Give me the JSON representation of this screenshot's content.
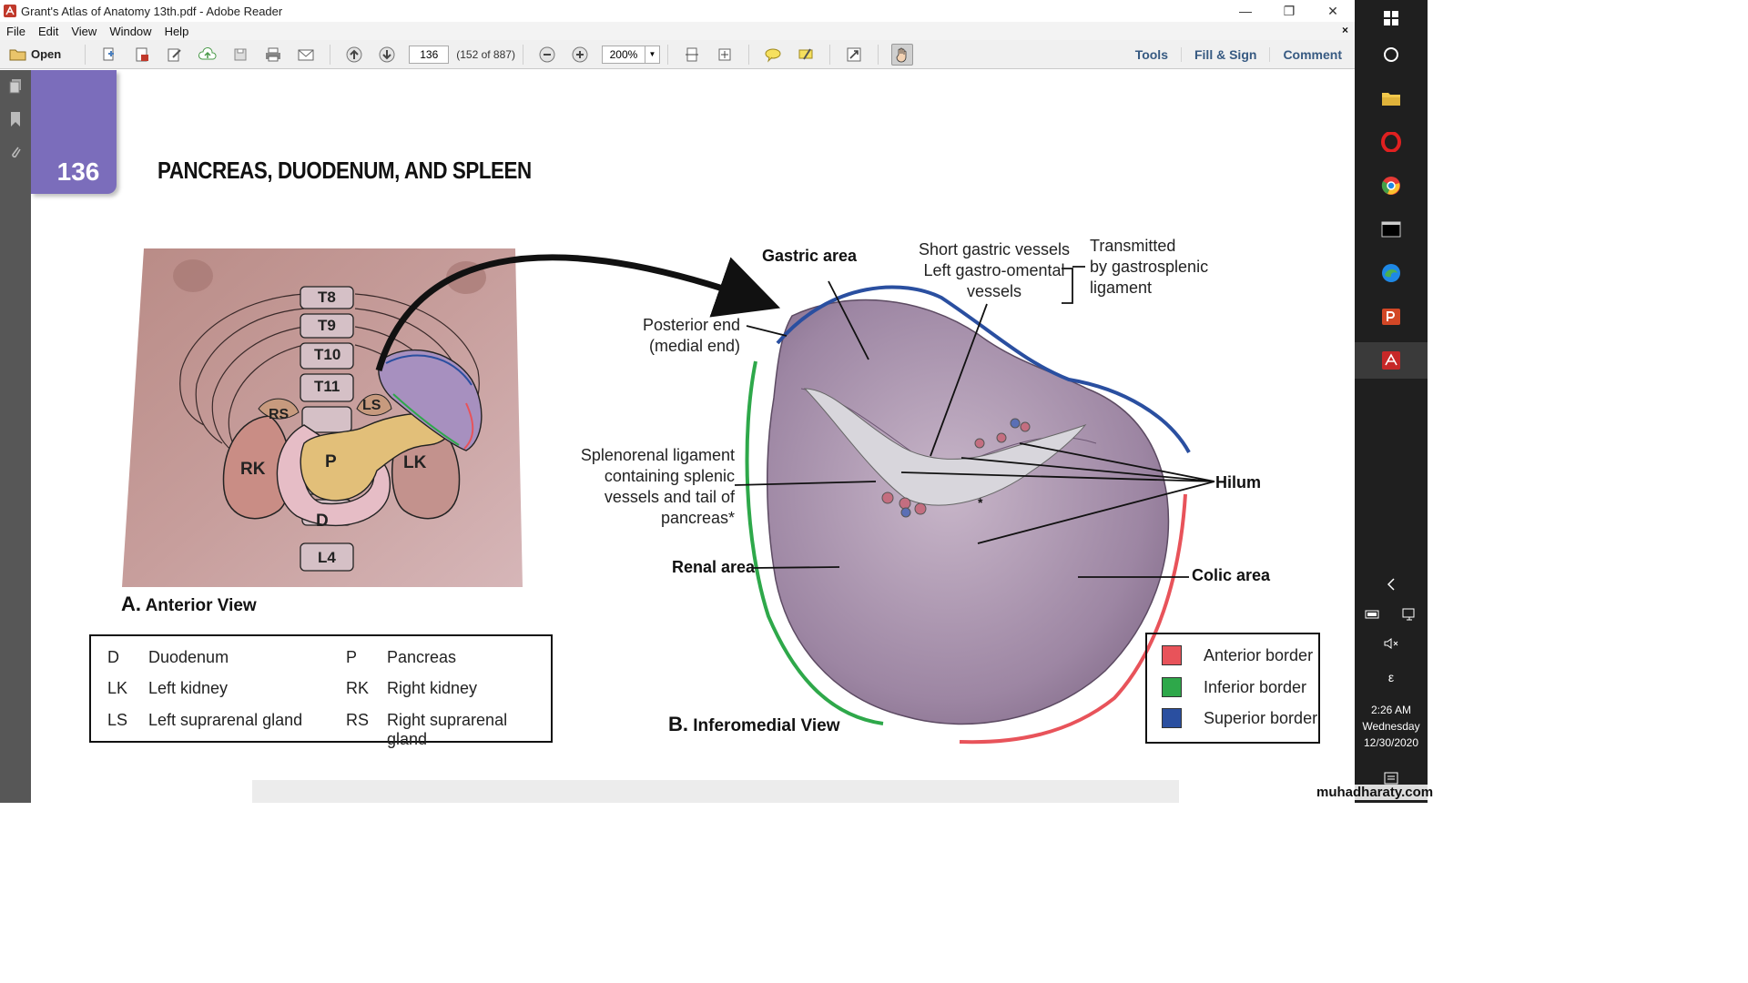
{
  "window": {
    "title": "Grant's Atlas of Anatomy 13th.pdf - Adobe Reader",
    "controls": {
      "minimize": "—",
      "restore": "❐",
      "close": "✕"
    }
  },
  "menu": {
    "items": [
      "File",
      "Edit",
      "View",
      "Window",
      "Help"
    ],
    "close_doc": "×"
  },
  "toolbar": {
    "open_label": "Open",
    "page_value": "136",
    "page_count": "(152 of 887)",
    "zoom_value": "200%",
    "right_links": [
      "Tools",
      "Fill & Sign",
      "Comment"
    ]
  },
  "document": {
    "page_number": "136",
    "heading": "PANCREAS, DUODENUM, AND SPLEEN",
    "figure_a": {
      "caption_letter": "A.",
      "caption_text": "Anterior View",
      "vertebrae": [
        "T8",
        "T9",
        "T10",
        "T11",
        "L4"
      ],
      "organ_labels": {
        "rs": "RS",
        "ls": "LS",
        "rk": "RK",
        "lk": "LK",
        "p": "P",
        "d": "D"
      },
      "legend": [
        {
          "abbr": "D",
          "name": "Duodenum"
        },
        {
          "abbr": "LK",
          "name": "Left kidney"
        },
        {
          "abbr": "LS",
          "name": "Left suprarenal gland"
        },
        {
          "abbr": "P",
          "name": "Pancreas"
        },
        {
          "abbr": "RK",
          "name": "Right kidney"
        },
        {
          "abbr": "RS",
          "name": "Right suprarenal gland"
        }
      ]
    },
    "figure_b": {
      "caption_letter": "B.",
      "caption_text": "Inferomedial View",
      "labels": {
        "gastric_area": "Gastric area",
        "short_gastric_1": "Short gastric vessels",
        "short_gastric_2": "Left gastro-omental",
        "short_gastric_3": "vessels",
        "transmitted_1": "Transmitted",
        "transmitted_2": "by gastrosplenic",
        "transmitted_3": "ligament",
        "posterior_1": "Posterior end",
        "posterior_2": "(medial end)",
        "splenorenal_1": "Splenorenal ligament",
        "splenorenal_2": "containing splenic",
        "splenorenal_3": "vessels and tail of",
        "splenorenal_4": "pancreas*",
        "hilum": "Hilum",
        "renal_area": "Renal area",
        "colic_area": "Colic area",
        "asterisk": "*"
      },
      "border_legend": [
        {
          "label": "Anterior border",
          "color": "#e8535a"
        },
        {
          "label": "Inferior border",
          "color": "#2ea84a"
        },
        {
          "label": "Superior border",
          "color": "#2a4fa0"
        }
      ]
    }
  },
  "taskbar": {
    "time": "2:26 AM",
    "day": "Wednesday",
    "date": "12/30/2020",
    "indicator": "ε",
    "watermark": "muhadharaty.com"
  },
  "colors": {
    "page_tab": "#7b6dbb",
    "accent_link": "#375a82",
    "taskbar": "#1f1f1f",
    "rail": "#575757"
  }
}
